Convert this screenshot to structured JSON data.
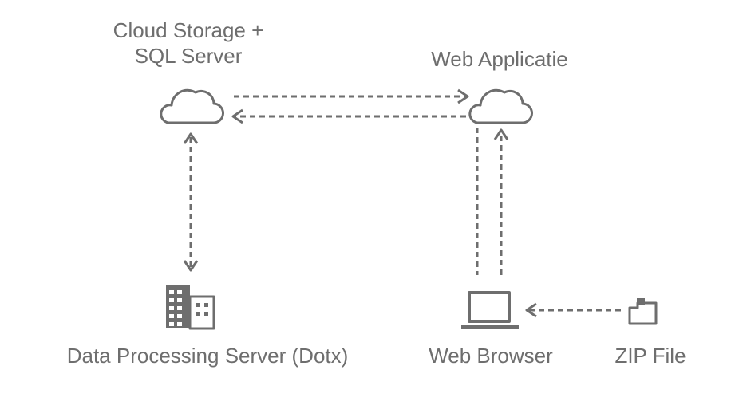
{
  "nodes": {
    "cloud_storage": {
      "label_line1": "Cloud Storage +",
      "label_line2": "SQL Server",
      "icon": "cloud-icon"
    },
    "web_app": {
      "label": "Web Applicatie",
      "icon": "cloud-icon"
    },
    "data_processing": {
      "label": "Data Processing Server (Dotx)",
      "icon": "building-icon"
    },
    "web_browser": {
      "label": "Web Browser",
      "icon": "laptop-icon"
    },
    "zip_file": {
      "label": "ZIP File",
      "icon": "folder-icon"
    }
  },
  "edges": [
    {
      "from": "cloud_storage",
      "to": "web_app",
      "style": "dashed"
    },
    {
      "from": "web_app",
      "to": "cloud_storage",
      "style": "dashed"
    },
    {
      "from": "cloud_storage",
      "to": "data_processing",
      "style": "dashed-bidirectional"
    },
    {
      "from": "web_app",
      "to": "web_browser",
      "style": "dashed"
    },
    {
      "from": "web_browser",
      "to": "web_app",
      "style": "dashed"
    },
    {
      "from": "zip_file",
      "to": "web_browser",
      "style": "dashed"
    }
  ],
  "colors": {
    "stroke": "#6e6e6e",
    "text": "#6e6e6e",
    "background": "#ffffff"
  }
}
